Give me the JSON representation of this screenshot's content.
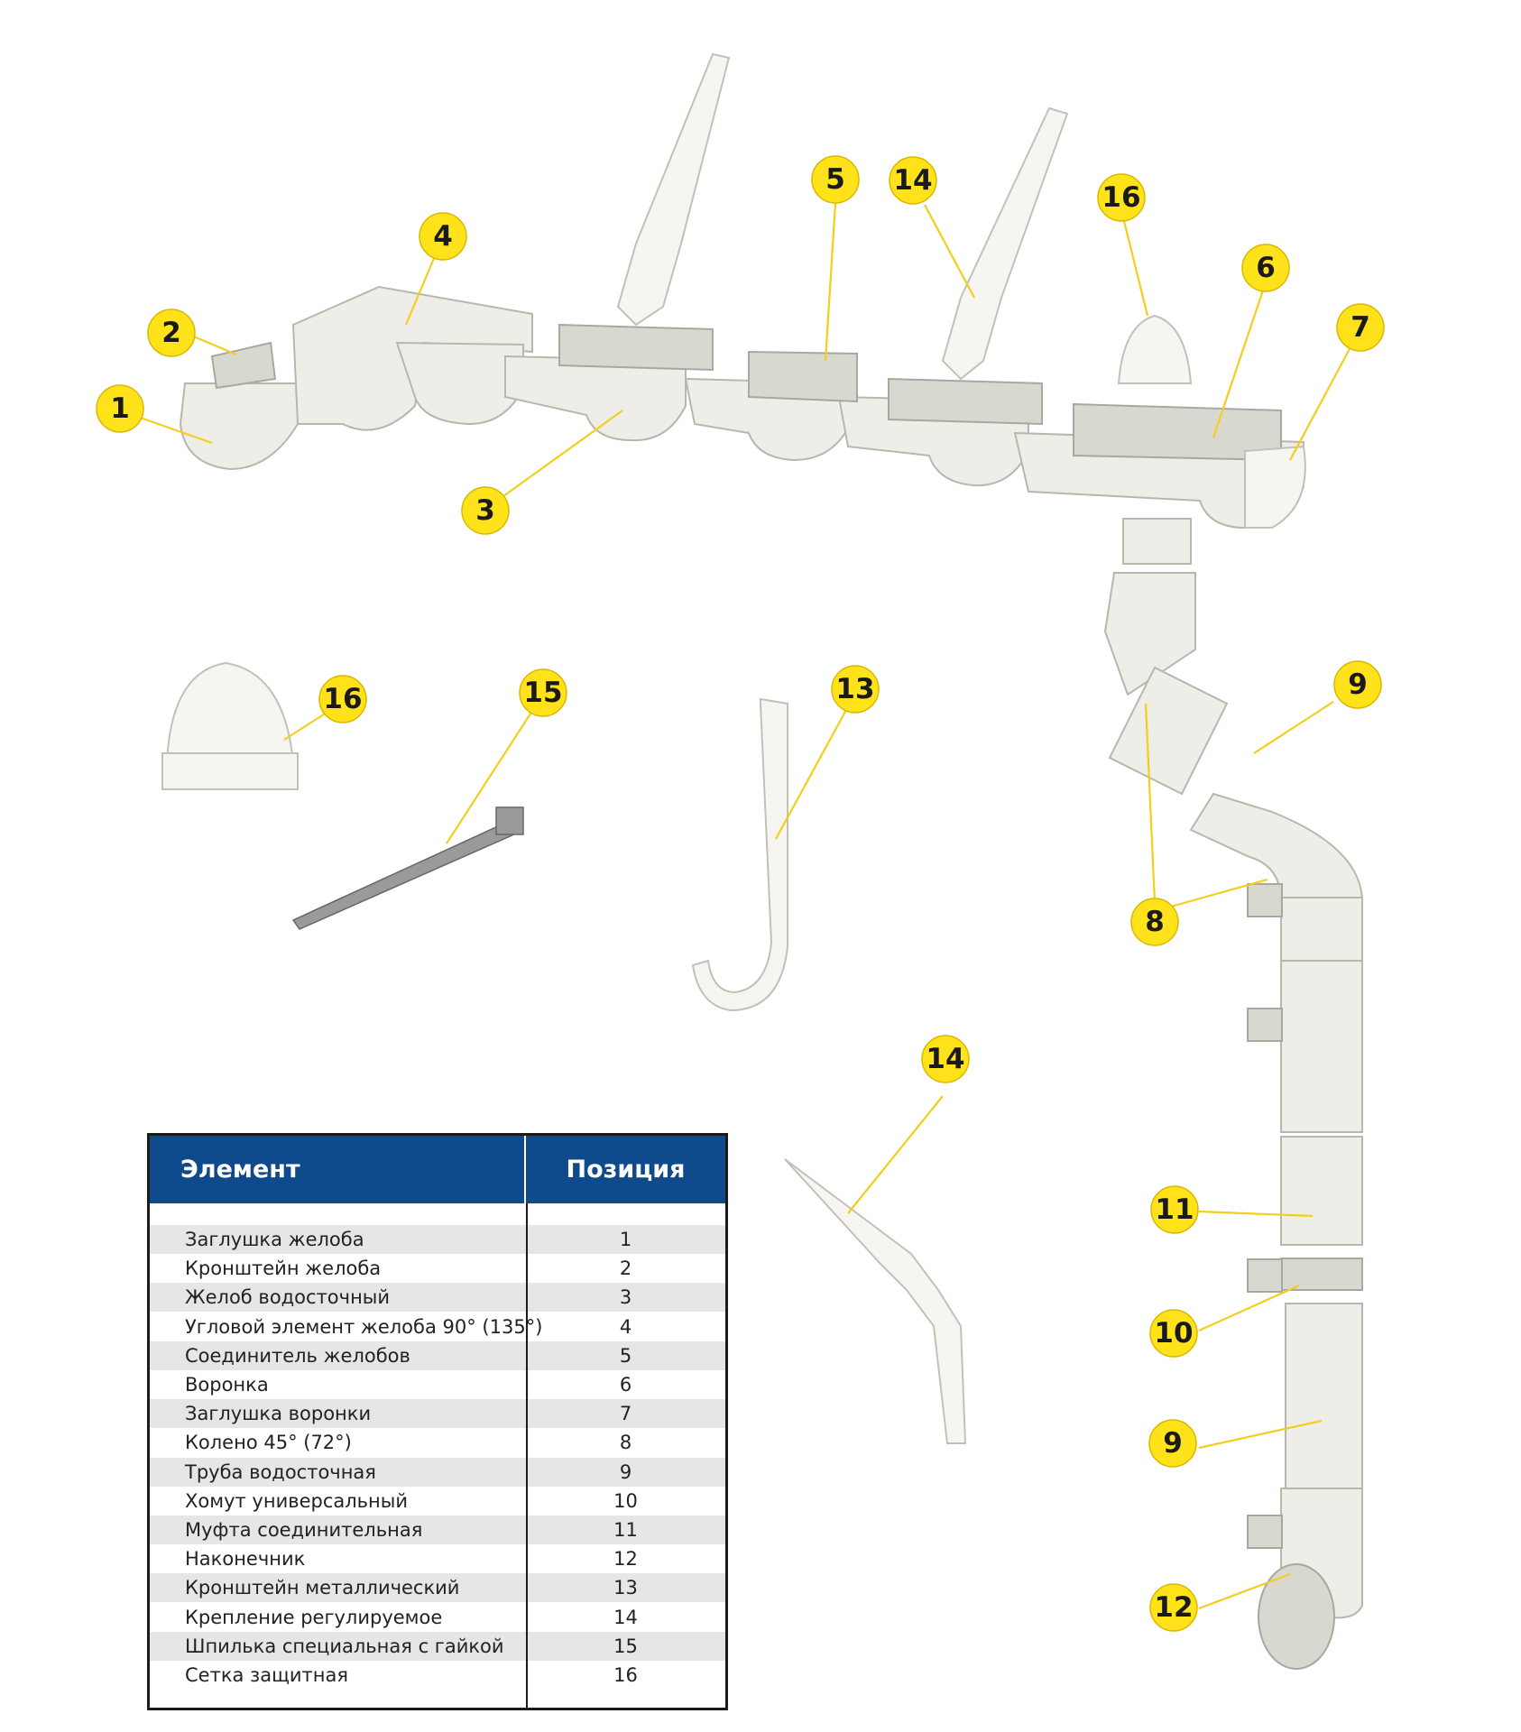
{
  "callouts": [
    {
      "id": "c1",
      "label": "1"
    },
    {
      "id": "c2",
      "label": "2"
    },
    {
      "id": "c3",
      "label": "3"
    },
    {
      "id": "c4",
      "label": "4"
    },
    {
      "id": "c5",
      "label": "5"
    },
    {
      "id": "c14a",
      "label": "14"
    },
    {
      "id": "c16a",
      "label": "16"
    },
    {
      "id": "c6",
      "label": "6"
    },
    {
      "id": "c7",
      "label": "7"
    },
    {
      "id": "c16b",
      "label": "16"
    },
    {
      "id": "c15",
      "label": "15"
    },
    {
      "id": "c13",
      "label": "13"
    },
    {
      "id": "c9a",
      "label": "9"
    },
    {
      "id": "c8",
      "label": "8"
    },
    {
      "id": "c14b",
      "label": "14"
    },
    {
      "id": "c11",
      "label": "11"
    },
    {
      "id": "c10",
      "label": "10"
    },
    {
      "id": "c9b",
      "label": "9"
    },
    {
      "id": "c12",
      "label": "12"
    }
  ],
  "table": {
    "header": {
      "element": "Элемент",
      "position": "Позиция"
    },
    "rows": [
      {
        "name": "Заглушка желоба",
        "pos": "1"
      },
      {
        "name": "Кронштейн желоба",
        "pos": "2"
      },
      {
        "name": "Желоб водосточный",
        "pos": "3"
      },
      {
        "name": "Угловой элемент желоба 90° (135°)",
        "pos": "4"
      },
      {
        "name": "Соединитель желобов",
        "pos": "5"
      },
      {
        "name": "Воронка",
        "pos": "6"
      },
      {
        "name": "Заглушка воронки",
        "pos": "7"
      },
      {
        "name": "Колено 45° (72°)",
        "pos": "8"
      },
      {
        "name": "Труба водосточная",
        "pos": "9"
      },
      {
        "name": "Хомут универсальный",
        "pos": "10"
      },
      {
        "name": "Муфта соединительная",
        "pos": "11"
      },
      {
        "name": "Наконечник",
        "pos": "12"
      },
      {
        "name": "Кронштейн металлический",
        "pos": "13"
      },
      {
        "name": "Крепление регулируемое",
        "pos": "14"
      },
      {
        "name": "Шпилька специальная с гайкой",
        "pos": "15"
      },
      {
        "name": "Сетка защитная",
        "pos": "16"
      }
    ]
  },
  "colors": {
    "callout": "#ffe21a",
    "leader": "#f2cf1d",
    "table_header": "#0f4a8c",
    "stripe": "#e6e6e6",
    "part": "#eeede7"
  }
}
